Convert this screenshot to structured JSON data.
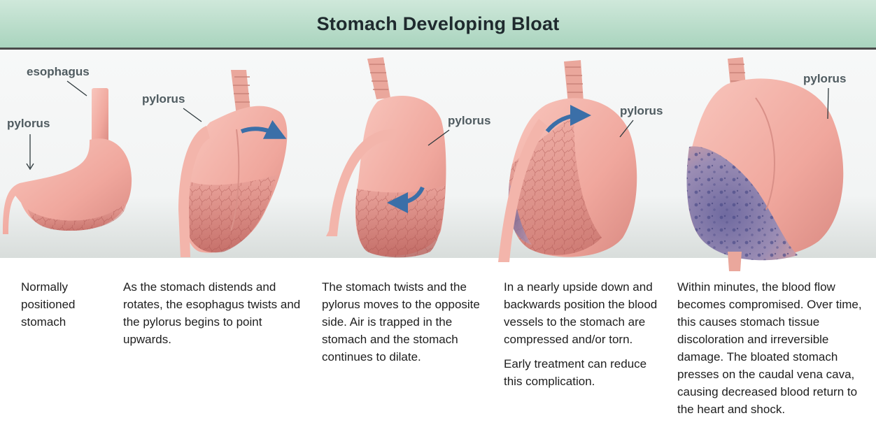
{
  "title": "Stomach Developing Bloat",
  "labels": {
    "esophagus": "esophagus",
    "pylorus": "pylorus"
  },
  "captions": [
    {
      "text": "Normally positioned stomach"
    },
    {
      "text": "As the stomach distends and rotates, the esophagus twists and the pylorus begins to point upwards."
    },
    {
      "text": "The stomach twists and the pylorus moves to the opposite side. Air is trapped in the stomach and the stomach continues to dilate."
    },
    {
      "text": "In a nearly upside down and backwards position the blood vessels to the stomach are compressed and/or torn.",
      "note": "Early treatment can reduce this complication."
    },
    {
      "text": "Within minutes, the blood flow becomes compromised. Over time, this causes stomach tissue discoloration and irreversible damage. The bloated stomach presses on the caudal vena cava, causing decreased blood return to the heart and shock."
    }
  ],
  "colors": {
    "header_bg": "#a9d4be",
    "stomach_pink": "#f1a9a0",
    "tissue_red": "#c9716b",
    "arrow_blue": "#3b6fa8",
    "necrosis_purple": "#7f7aa8"
  },
  "icons": [
    "rotation-arrow-icon"
  ]
}
